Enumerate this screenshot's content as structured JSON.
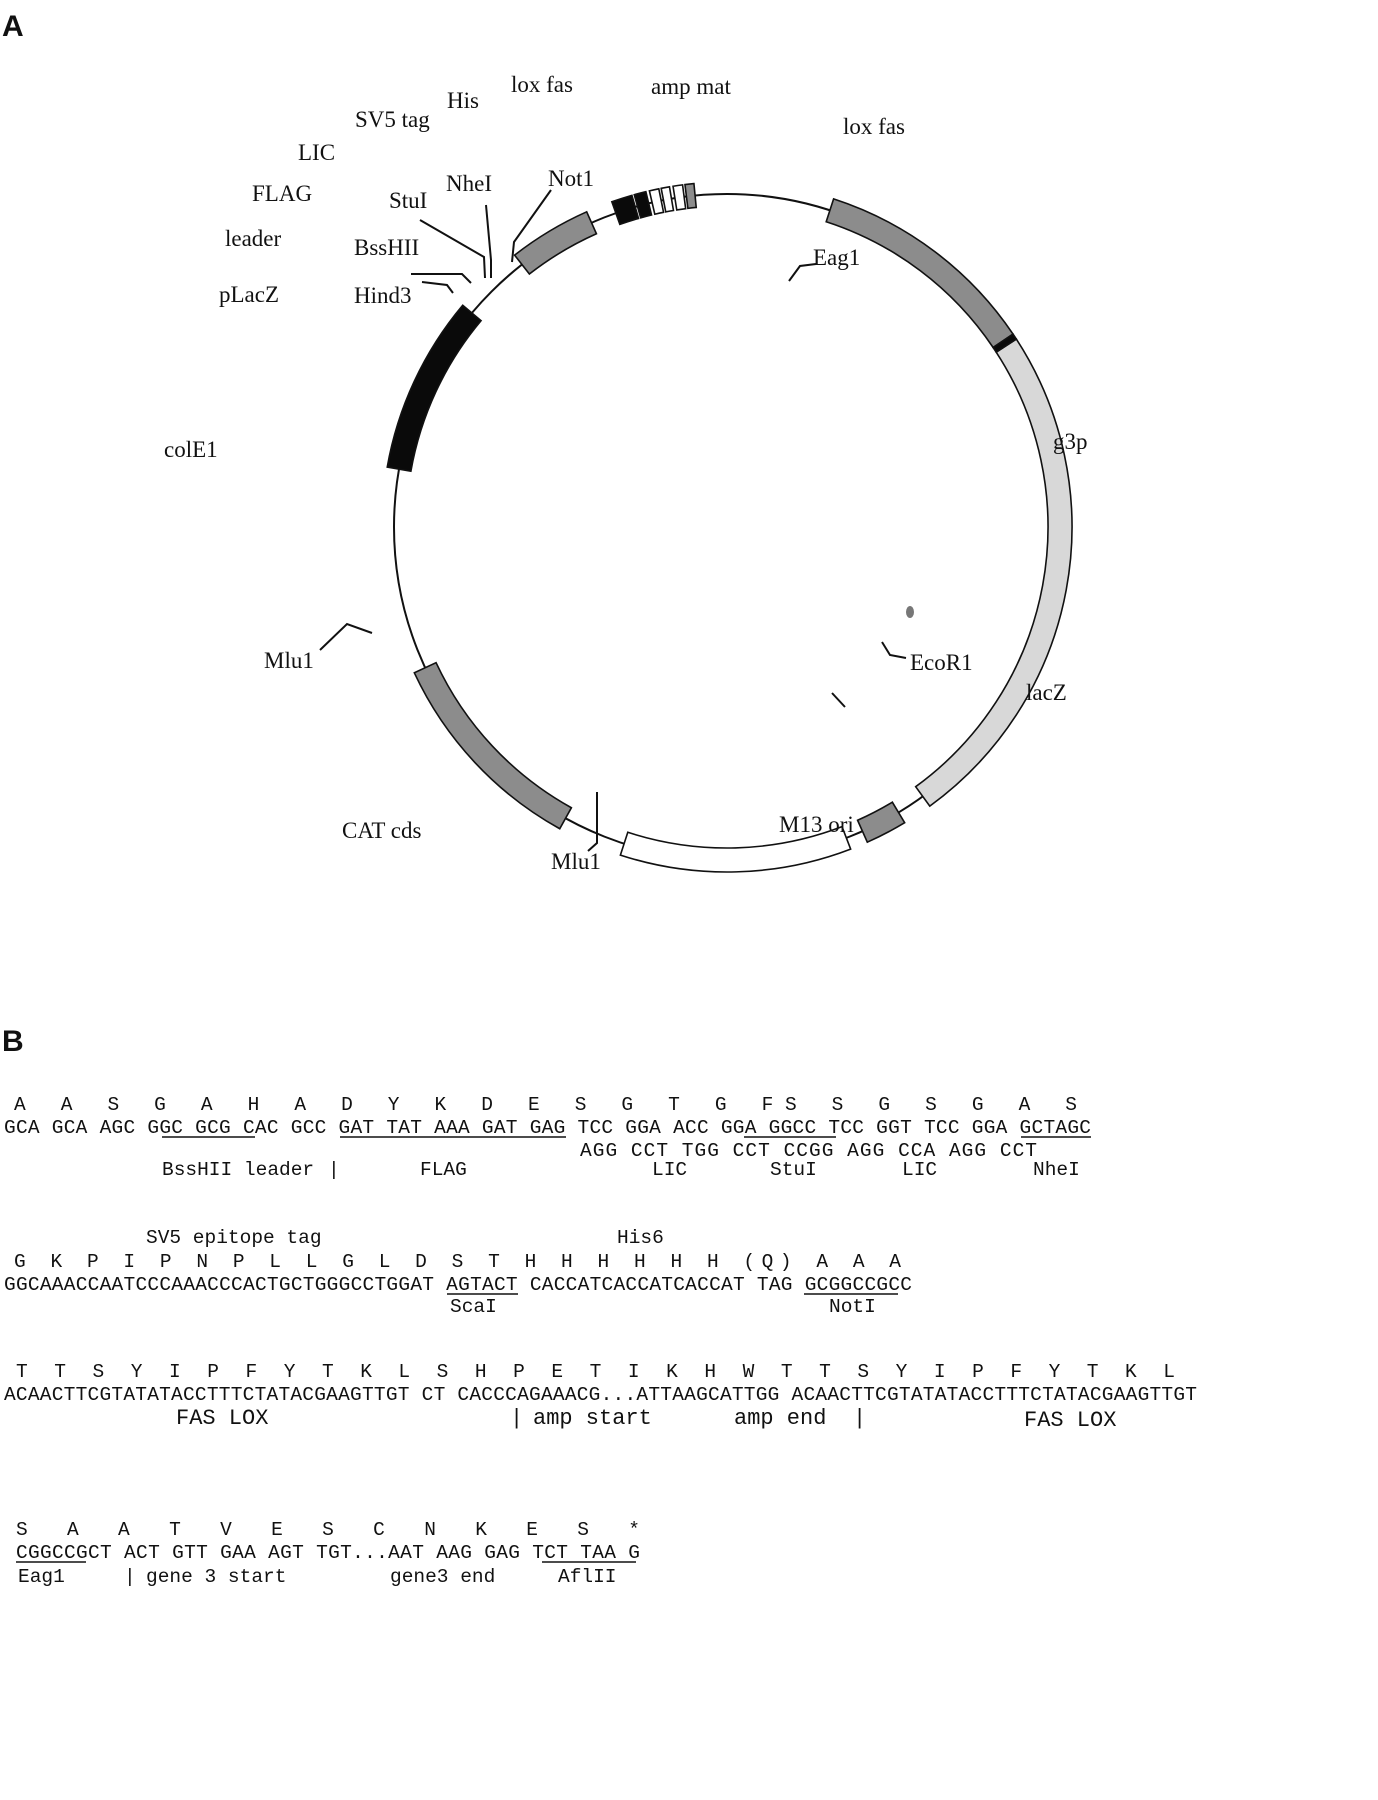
{
  "panelA": {
    "letter": "A",
    "labels": {
      "his": "His",
      "lox_fas_1": "lox fas",
      "amp_mat": "amp mat",
      "lox_fas_2": "lox fas",
      "sv5_tag": "SV5 tag",
      "lic": "LIC",
      "flag": "FLAG",
      "leader": "leader",
      "placz": "pLacZ",
      "cole1": "colE1",
      "g3p": "g3p",
      "lacz": "lacZ",
      "m13_ori": "M13 ori",
      "cat_cds": "CAT cds",
      "stui": "StuI",
      "nhei": "NheI",
      "not1": "Not1",
      "bsshii": "BssHII",
      "hind3": "Hind3",
      "eag1": "Eag1",
      "ecor1": "EcoR1",
      "mlu1_left": "Mlu1",
      "mlu1_bottom": "Mlu1"
    },
    "feature_fills": {
      "grey": "#8c8c8c",
      "light_grey": "#d8d8d8",
      "black": "#0a0a0a",
      "white": "#ffffff"
    }
  },
  "panelB": {
    "letter": "B",
    "block1": {
      "aa": "A   A   S   G   A   H   A   D   Y   K   D   E   S   G   T   G  FS   S   G   S   G   A  S",
      "seq": "GCA GCA AGC GGC GCG CAC GCC GAT TAT AAA GAT GAG TCC GGA ACC GGA GGCC TCC GGT TCC GGA GCTAGC",
      "comp": "AGG CCT TGG CCT CCGG AGG CCA AGG CCT",
      "labels": {
        "bsshii_leader": "BssHII leader",
        "flag": "FLAG",
        "lic1": "LIC",
        "stui": "StuI",
        "lic2": "LIC",
        "nhei": "NheI"
      }
    },
    "block2": {
      "sv5": "SV5 epitope tag",
      "his6": "His6",
      "aa": "G  K  P  I  P  N  P  L  L  G  L  D   S  T   H  H  H  H  H  H  (Q)  A  A  A",
      "seq": "GGCAAACCAATCCCAAACCCACTGCTGGGCCTGGAT AGTACT CACCATCACCATCACCAT TAG GCGGCCGCC",
      "labels": {
        "scai": "ScaI",
        "noti": "NotI"
      }
    },
    "block3": {
      "aa": "T  T  S  Y  I  P  F  Y  T  K  L   S   H  P  E  T     I  K  H  W   T  T  S  Y  I  P  F  Y  T  K  L",
      "seq": "ACAACTTCGTATATACCTTTCTATACGAAGTTGT CT CACCCAGAAACG...ATTAAGCATTGG ACAACTTCGTATATACCTTTCTATACGAAGTTGT",
      "labels": {
        "fas_lox_1": "FAS LOX",
        "amp_start": "amp start",
        "amp_end": "amp end",
        "fas_lox_2": "FAS LOX"
      }
    },
    "block4": {
      "aa": "S   A   A   T   V   E   S   C   N   K   E   S   *",
      "seq": "CGGCCGCT ACT GTT GAA AGT TGT...AAT AAG GAG TCT TAA G",
      "labels": {
        "eag1": "Eag1",
        "gene3_start": "gene 3 start",
        "gene3_end": "gene3 end",
        "aflii": "AflII"
      }
    }
  }
}
